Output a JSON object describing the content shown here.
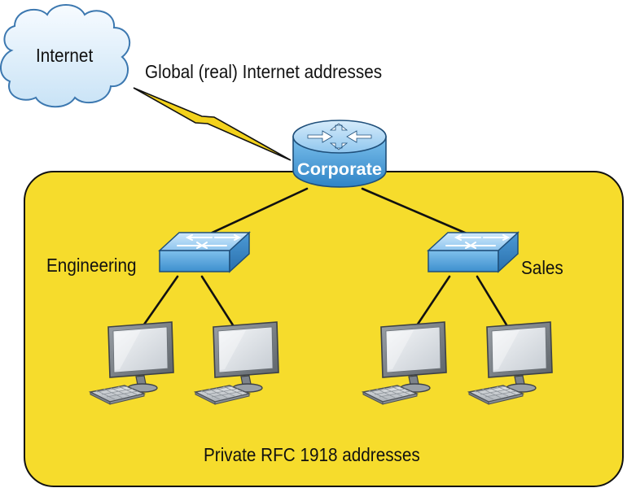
{
  "labels": {
    "cloud": "Internet",
    "wan": "Global (real) Internet addresses",
    "router": "Corporate",
    "switch_left": "Engineering",
    "switch_right": "Sales",
    "lan": "Private RFC 1918 addresses"
  },
  "nodes": {
    "cloud": "internet-cloud",
    "router": "router-icon",
    "switches": [
      "switch-icon",
      "switch-icon"
    ],
    "computers": [
      "computer-icon",
      "computer-icon",
      "computer-icon",
      "computer-icon"
    ]
  },
  "colors": {
    "private_network_fill": "#f6dc2c",
    "cloud_fill": "#ddeefa",
    "device_blue": "#5aa6dc",
    "wan_link": "#f3d21c"
  }
}
